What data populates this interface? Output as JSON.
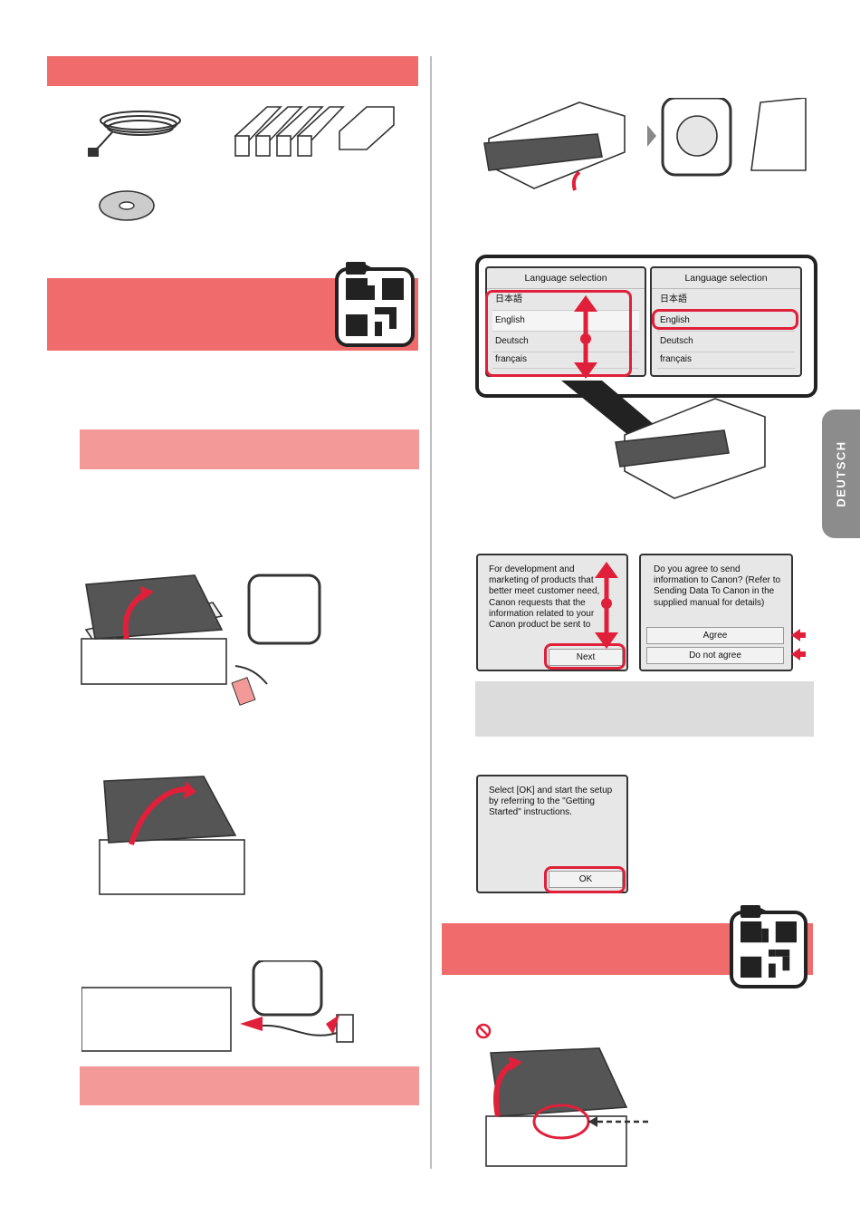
{
  "side_tab": {
    "label": "DEUTSCH"
  },
  "lang_screens": {
    "title": "Language selection",
    "items": [
      "日本語",
      "English",
      "Deutsch",
      "français"
    ]
  },
  "consent_screen_left": {
    "text": "For development and marketing of products that better meet customer need, Canon requests that the information related to your Canon product be sent to Canon (in case of",
    "next_label": "Next"
  },
  "consent_screen_right": {
    "text": "Do you agree to send information to Canon? (Refer to Sending Data To Canon in the supplied manual for details)",
    "agree_label": "Agree",
    "disagree_label": "Do not agree"
  },
  "ok_screen": {
    "text": "Select [OK] and start the setup by referring to the \"Getting Started\" instructions.",
    "ok_label": "OK"
  },
  "colors": {
    "accent": "#f06b6b",
    "highlight": "#e0203a"
  }
}
